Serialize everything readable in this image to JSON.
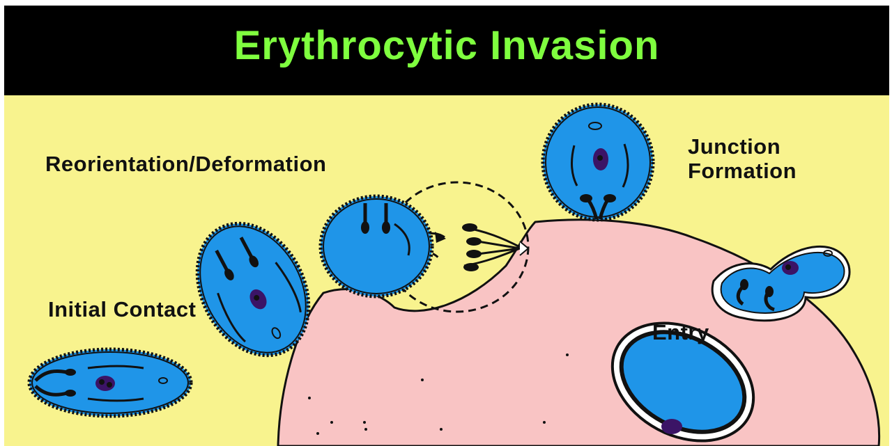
{
  "title": "Erythrocytic Invasion",
  "stages": {
    "initial_contact": "Initial Contact",
    "reorientation": "Reorientation/Deformation",
    "junction": "Junction Formation",
    "entry": "Entry"
  },
  "colors": {
    "title_bg": "#000000",
    "title_text": "#7fff3f",
    "background": "#f8f38e",
    "red_cell": "#f9c4c4",
    "merozoite": "#1f95e8",
    "nucleus": "#3b1466"
  }
}
